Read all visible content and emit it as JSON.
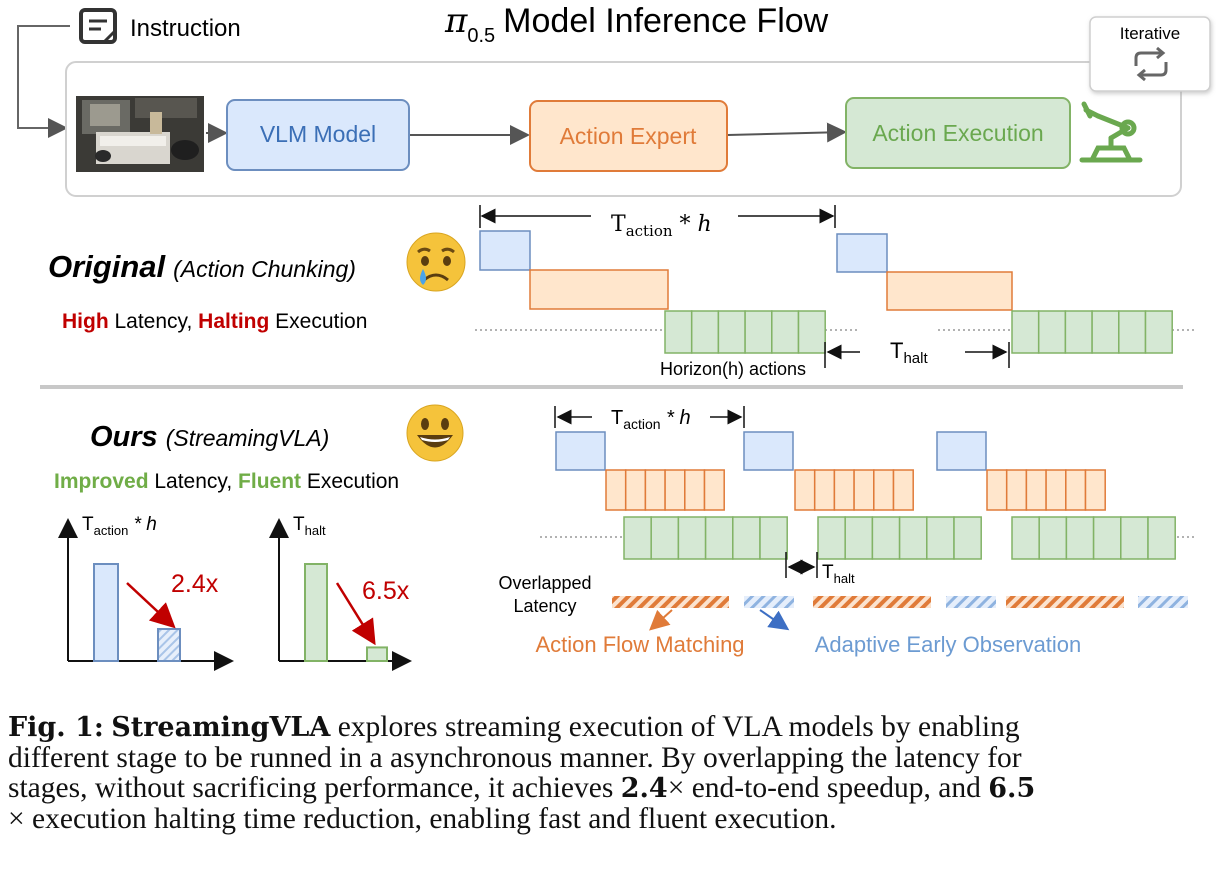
{
  "header": {
    "title_pi": "π",
    "title_sub": "0.5",
    "title_rest": "Model Inference Flow",
    "instruction_label": "Instruction",
    "iterative_label": "Iterative"
  },
  "pipeline": {
    "vlm_label": "VLM Model",
    "expert_label": "Action Expert",
    "execution_label": "Action Execution"
  },
  "original": {
    "title_bold": "Original",
    "title_paren": "(Action Chunking)",
    "desc_high": "High",
    "desc_latency": " Latency, ",
    "desc_halting": "Halting",
    "desc_execution": " Execution",
    "t_action_main": "T",
    "t_action_sub": "action",
    "t_action_tail": " * h",
    "t_halt_main": "T",
    "t_halt_sub": "halt",
    "horizon_label": "Horizon(h) actions"
  },
  "ours": {
    "title_bold": "Ours",
    "title_paren": "(StreamingVLA)",
    "desc_improved": "Improved",
    "desc_latency": " Latency, ",
    "desc_fluent": "Fluent",
    "desc_execution": " Execution",
    "t_action_main": "T",
    "t_action_sub": "action",
    "t_action_tail": " * h",
    "t_halt_main": "T",
    "t_halt_sub": "halt",
    "overlapped_line1": "Overlapped",
    "overlapped_line2": "Latency",
    "legend_afm": "Action Flow Matching",
    "legend_aeo": "Adaptive Early Observation"
  },
  "mini_charts": [
    {
      "label_main": "T",
      "label_sub": "action",
      "label_tail": " * h",
      "speedup": "2.4x",
      "before": 1.0,
      "after": 0.33
    },
    {
      "label_main": "T",
      "label_sub": "halt",
      "label_tail": "",
      "speedup": "6.5x",
      "before": 1.0,
      "after": 0.14
    }
  ],
  "caption": {
    "fig": "Fig. 1:",
    "name": "StreamingVLA",
    "l1": " explores streaming execution of VLA models by enabling",
    "l2": "different stage to be runned in a asynchronous manner. By overlapping the latency for",
    "l3a": "stages, without sacrificing performance, it achieves ",
    "l3b": "2.4",
    "l3c": "× end-to-end speedup, and ",
    "l3d": "6.5",
    "l4": "× execution halting time reduction, enabling fast and fluent execution."
  },
  "colors": {
    "vlm": "#dae8fc",
    "vlm_border": "#6c8ebf",
    "expert": "#ffe6cc",
    "expert_border": "#e07b39",
    "exec": "#d5e8d4",
    "exec_border": "#82b366",
    "red": "#c00000",
    "green": "#70ad47",
    "robot": "#6aa84f"
  },
  "icons": [
    "document-icon",
    "iterative-loop-icon",
    "robot-arm-icon",
    "crying-face-icon",
    "smiling-face-icon",
    "room-photo"
  ]
}
